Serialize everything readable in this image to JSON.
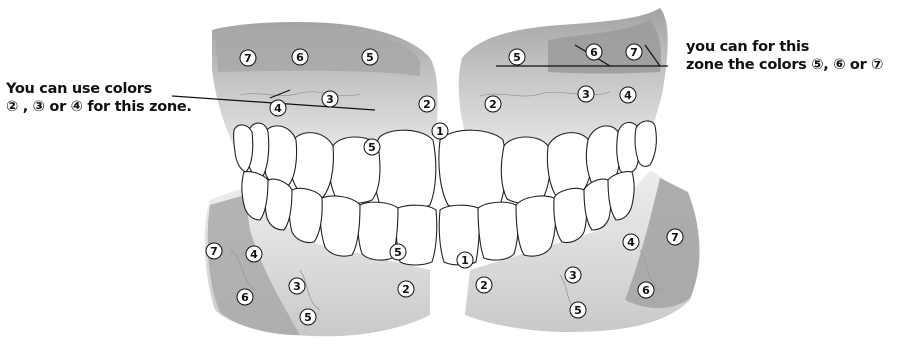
{
  "captions": {
    "left_line1": "You can use colors",
    "left_line2": "② , ③ or ④ for this zone.",
    "right_line1": "you can for this",
    "right_line2": "zone the colors ⑤, ⑥ or ⑦"
  },
  "zone_markers": [
    "①",
    "②",
    "③",
    "④",
    "⑤",
    "⑥",
    "⑦"
  ],
  "colors": {
    "gum_dark": "#9e9e9e",
    "gum_mid": "#bdbdbd",
    "gum_light": "#d8d8d8",
    "gum_pale": "#e8e8e8",
    "tooth_fill": "#ffffff",
    "outline": "#222222"
  }
}
